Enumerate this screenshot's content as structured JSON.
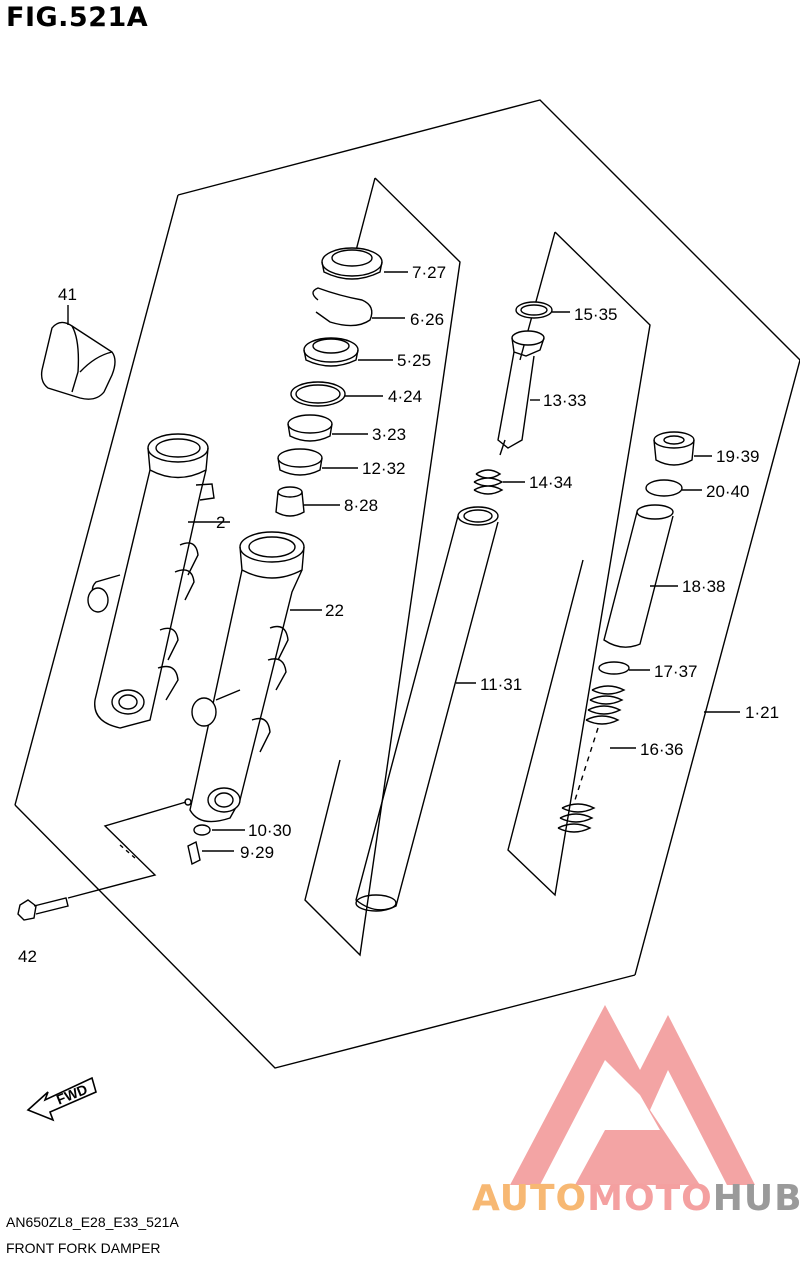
{
  "figure": {
    "title": "FIG.521A",
    "code": "AN650ZL8_E28_E33_521A",
    "name": "FRONT FORK DAMPER"
  },
  "fwd_label": "FWD",
  "watermark": {
    "part1": "AUTO",
    "part2": "MOTO",
    "part3": "HUB",
    "colors": {
      "auto": "#f7b873",
      "moto": "#f4a0a0",
      "hub": "#9a9a9a",
      "logo": "#f08a8a"
    }
  },
  "callouts": {
    "p41": "41",
    "p2": "2",
    "p22": "22",
    "p7": "7·27",
    "p6": "6·26",
    "p5": "5·25",
    "p4": "4·24",
    "p3": "3·23",
    "p12": "12·32",
    "p8": "8·28",
    "p15": "15·35",
    "p13": "13·33",
    "p14": "14·34",
    "p11": "11·31",
    "p19": "19·39",
    "p20": "20·40",
    "p18": "18·38",
    "p17": "17·37",
    "p16": "16·36",
    "p1": "1·21",
    "p10": "10·30",
    "p9": "9·29",
    "p42": "42"
  }
}
